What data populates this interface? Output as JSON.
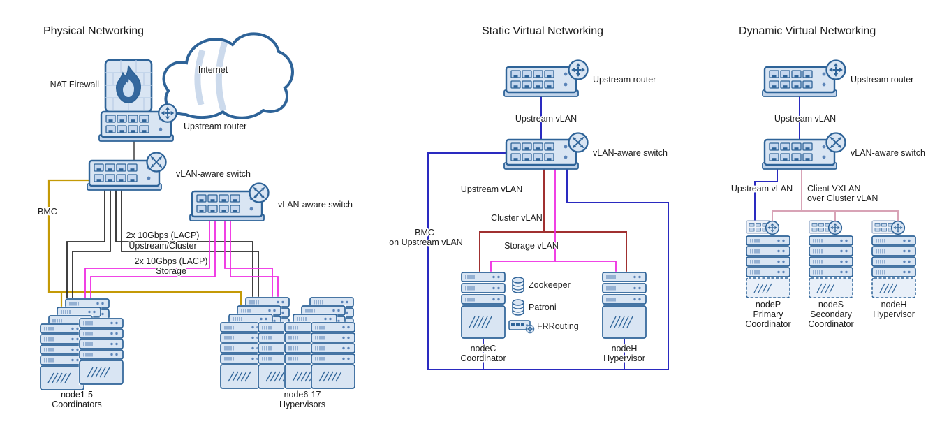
{
  "colors": {
    "outline_blue": "#2e6398",
    "fill_light_blue": "#d9e5f3",
    "upstream_vlan_blue": "#2a2ac0",
    "cluster_vlan_red": "#a03030",
    "storage_vlan_magenta": "#ee2be2",
    "bmc_gold": "#c49a06",
    "client_vxlan_pink": "#d8a3b6",
    "physical_link_black": "#2b2b2b"
  },
  "physical": {
    "title": "Physical Networking",
    "internet": "Internet",
    "nat_firewall": "NAT Firewall",
    "upstream_router": "Upstream router",
    "vlan_switch_1": "vLAN-aware switch",
    "vlan_switch_2": "vLAN-aware switch",
    "bmc": "BMC",
    "lacp_upstream_l1": "2x 10Gbps (LACP)",
    "lacp_upstream_l2": "Upstream/Cluster",
    "lacp_storage_l1": "2x 10Gbps (LACP)",
    "lacp_storage_l2": "Storage",
    "coordinators_l1": "node1-5",
    "coordinators_l2": "Coordinators",
    "hypervisors_l1": "node6-17",
    "hypervisors_l2": "Hypervisors"
  },
  "static_net": {
    "title": "Static Virtual Networking",
    "upstream_router": "Upstream router",
    "upstream_vlan_link": "Upstream vLAN",
    "vlan_switch": "vLAN-aware switch",
    "upstream_vlan": "Upstream vLAN",
    "cluster_vlan": "Cluster vLAN",
    "storage_vlan": "Storage vLAN",
    "bmc_l1": "BMC",
    "bmc_l2": "on Upstream vLAN",
    "zookeeper": "Zookeeper",
    "patroni": "Patroni",
    "frrouting": "FRRouting",
    "nodec_l1": "nodeC",
    "nodec_l2": "Coordinator",
    "nodeh_l1": "nodeH",
    "nodeh_l2": "Hypervisor"
  },
  "dynamic_net": {
    "title": "Dynamic Virtual Networking",
    "upstream_router": "Upstream router",
    "upstream_vlan_link": "Upstream vLAN",
    "vlan_switch": "vLAN-aware switch",
    "upstream_vlan": "Upstream vLAN",
    "client_vxlan_l1": "Client VXLAN",
    "client_vxlan_l2": "over Cluster vLAN",
    "nodep_l1": "nodeP",
    "nodep_l2": "Primary",
    "nodep_l3": "Coordinator",
    "nodes_l1": "nodeS",
    "nodes_l2": "Secondary",
    "nodes_l3": "Coordinator",
    "nodeh_l1": "nodeH",
    "nodeh_l2": "Hypervisor"
  }
}
